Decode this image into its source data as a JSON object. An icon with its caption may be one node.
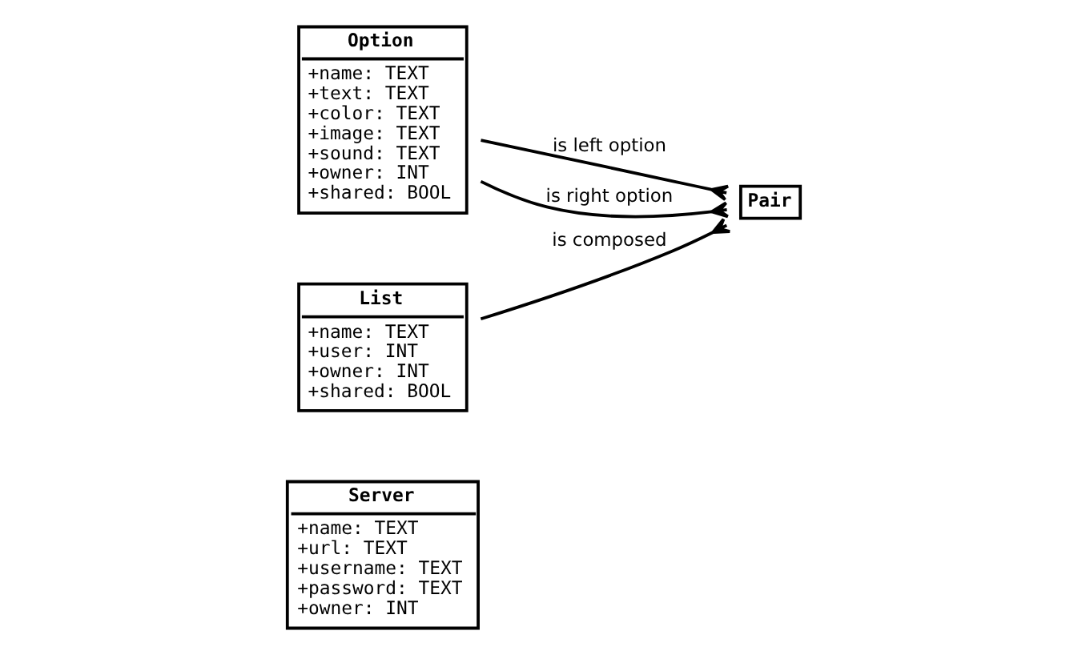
{
  "diagram": {
    "nodes": [
      {
        "text": [
          "Server",
          "+name: TEXT",
          "+url: TEXT",
          "+username: TEXT",
          "+password: TEXT",
          "+owner: INT"
        ]
      },
      {
        "text": [
          "Option",
          "+name: TEXT",
          "+text: TEXT",
          "+color: TEXT",
          "+image: TEXT",
          "+sound: TEXT",
          "+owner: INT",
          "+shared: BOOL"
        ]
      },
      {
        "text": [
          "List",
          "+name: TEXT",
          "+user: INT",
          "+owner: INT",
          "+shared: BOOL"
        ]
      },
      {
        "text": [
          "Pair"
        ]
      }
    ],
    "edges": [
      {
        "from": 2,
        "to": 3,
        "arrow": "other",
        "label": "is composed"
      },
      {
        "from": 1,
        "to": 3,
        "arrow": "other",
        "label": "is left option"
      },
      {
        "from": 1,
        "to": 3,
        "arrow": "other",
        "label": "is right option"
      }
    ]
  }
}
